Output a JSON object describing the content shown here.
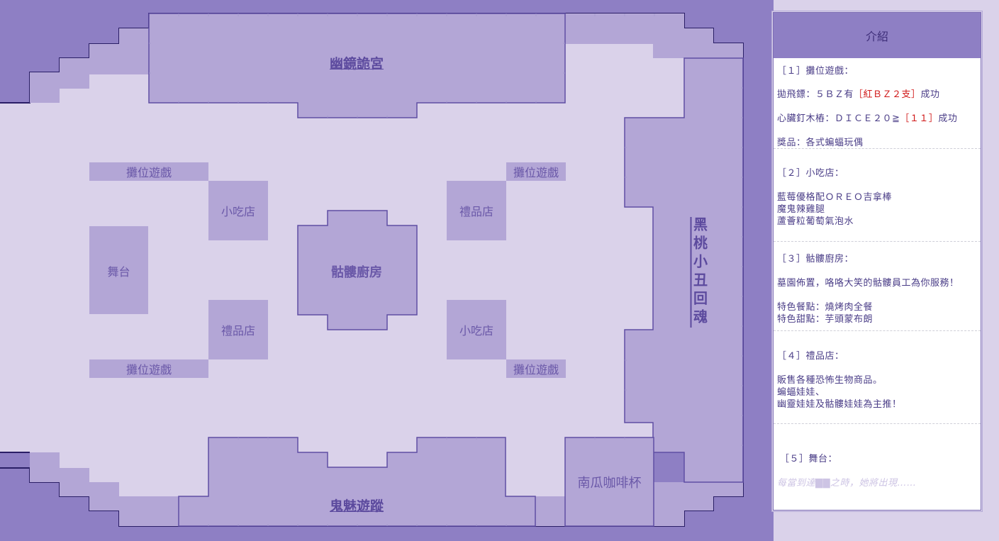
{
  "map": {
    "zones": {
      "mirror_palace": "幽鏡詭宮",
      "ghost_trail": "鬼魅遊蹤",
      "spade_clown": "黑桃小丑回魂",
      "skull_kitchen": "骷髏廚房",
      "stage": "舞台",
      "pumpkin_cafe": "南瓜咖啡杯",
      "stall_tl": "攤位遊戲",
      "stall_bl": "攤位遊戲",
      "stall_tr": "攤位遊戲",
      "stall_br": "攤位遊戲",
      "snack_l": "小吃店",
      "snack_r": "小吃店",
      "gift_l": "禮品店",
      "gift_r": "禮品店"
    }
  },
  "panel": {
    "title": "介紹",
    "s1": {
      "head": "［１］攤位遊戲：",
      "l1a": "拋飛鏢：５ＢＺ有",
      "l1b": "［紅ＢＺ２支］",
      "l1c": "成功",
      "l2a": "心臟釘木樁：ＤＩＣＥ２０≧",
      "l2b": "［１１］",
      "l2c": "成功",
      "l3": "獎品：各式蝙蝠玩偶"
    },
    "s2": {
      "head": "［２］小吃店：",
      "l1": "藍莓優格配ＯＲＥＯ吉拿棒",
      "l2": "魔鬼辣雞腿",
      "l3": "蘆薈粒葡萄氣泡水"
    },
    "s3": {
      "head": "［３］骷髏廚房：",
      "l1": "墓園佈置，咯咯大笑的骷髏員工為你服務！",
      "l2": "特色餐點：燒烤肉全餐",
      "l3": "特色甜點：芋頭蒙布朗"
    },
    "s4": {
      "head": "［４］禮品店：",
      "l1": "販售各種恐怖生物商品。",
      "l2": "蝙蝠娃娃、",
      "l3": "幽靈娃娃及骷髏娃娃為主推！"
    },
    "s5": {
      "head": "［５］舞台：",
      "l1": "每當到達▇▇之時，她將出現……"
    }
  }
}
